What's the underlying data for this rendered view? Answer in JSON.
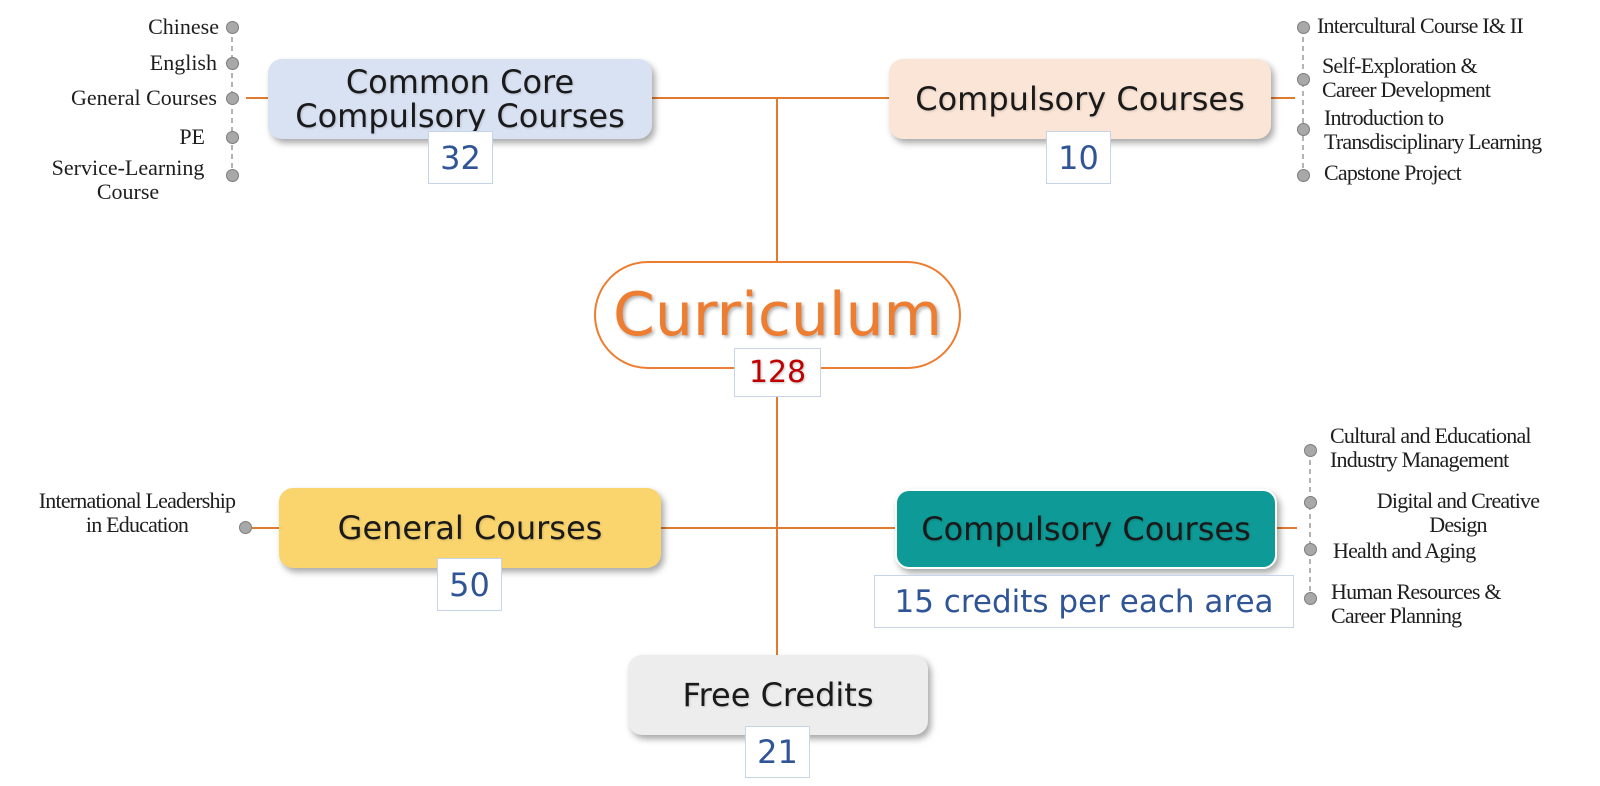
{
  "center": {
    "title": "Curriculum",
    "credits": "128"
  },
  "common_core": {
    "title_line1": "Common Core",
    "title_line2": "Compulsory Courses",
    "credits": "32",
    "items": [
      "Chinese",
      "English",
      "General Courses",
      "PE",
      "Service-Learning",
      "Course"
    ]
  },
  "compulsory_top": {
    "title": "Compulsory Courses",
    "credits": "10",
    "items": [
      "Intercultural Course I& II",
      "Self-Exploration &",
      "Career Development",
      "Introduction to",
      "Transdisciplinary Learning",
      "Capstone Project"
    ]
  },
  "general": {
    "title": "General Courses",
    "credits": "50",
    "items": [
      "International Leadership",
      "in Education"
    ]
  },
  "compulsory_area": {
    "title": "Compulsory Courses",
    "credits_note": "15 credits per each area",
    "items": [
      "Cultural and Educational",
      "Industry Management",
      "Digital and Creative",
      "Design",
      "Health and Aging",
      "Human Resources &",
      "Career Planning"
    ]
  },
  "free": {
    "title": "Free Credits",
    "credits": "21"
  },
  "colors": {
    "connector": "#e07b30",
    "center_text": "#ed7d31",
    "center_credits": "#c00000",
    "credit_text": "#2f5597",
    "common_core_fill": "#d9e2f3",
    "compulsory_top_fill": "#fbe5d6",
    "general_fill": "#fad56e",
    "compulsory_area_fill": "#0e9a96",
    "free_fill": "#ededed"
  }
}
